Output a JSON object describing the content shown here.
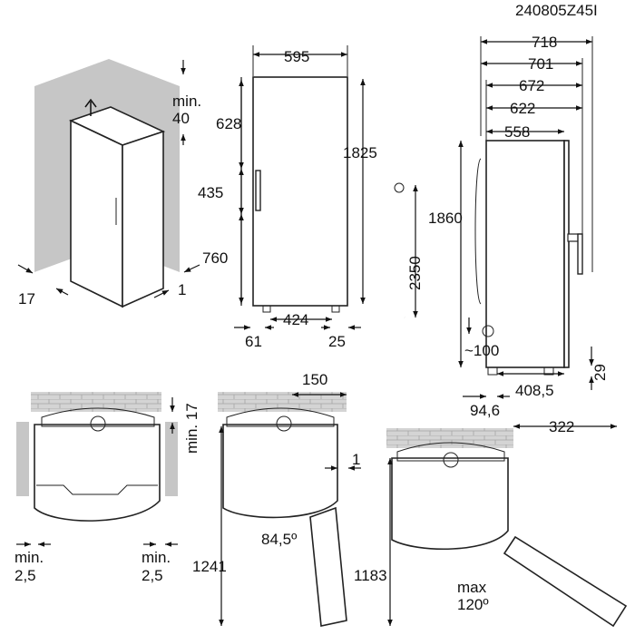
{
  "model_code": "240805Z45I",
  "iso_view": {
    "min_label": "min.",
    "min_value": "40",
    "left_gap": "17",
    "right_gap": "1"
  },
  "front_view": {
    "width": "595",
    "seg_top": "628",
    "seg_mid": "435",
    "seg_bottom": "760",
    "height": "1825",
    "feet_width": "424",
    "left_foot": "61",
    "right_foot": "25"
  },
  "cable": {
    "length": "2350"
  },
  "side_view": {
    "d718": "718",
    "d701": "701",
    "d672": "672",
    "d622": "622",
    "d558": "558",
    "height": "1860",
    "approx_label": "~100",
    "foot_h": "29",
    "d408": "408,5",
    "d94": "94,6"
  },
  "plan_1": {
    "top_gap_label": "min. 17",
    "left_label": "min.",
    "left_value": "2,5",
    "right_label": "min.",
    "right_value": "2,5"
  },
  "plan_2": {
    "d150": "150",
    "d1": "1",
    "angle": "84,5º",
    "depth": "1241"
  },
  "plan_3": {
    "d322": "322",
    "depth": "1183",
    "max_label": "max",
    "max_angle": "120º"
  },
  "icons": {
    "electric": "plug-bolt-icon"
  }
}
